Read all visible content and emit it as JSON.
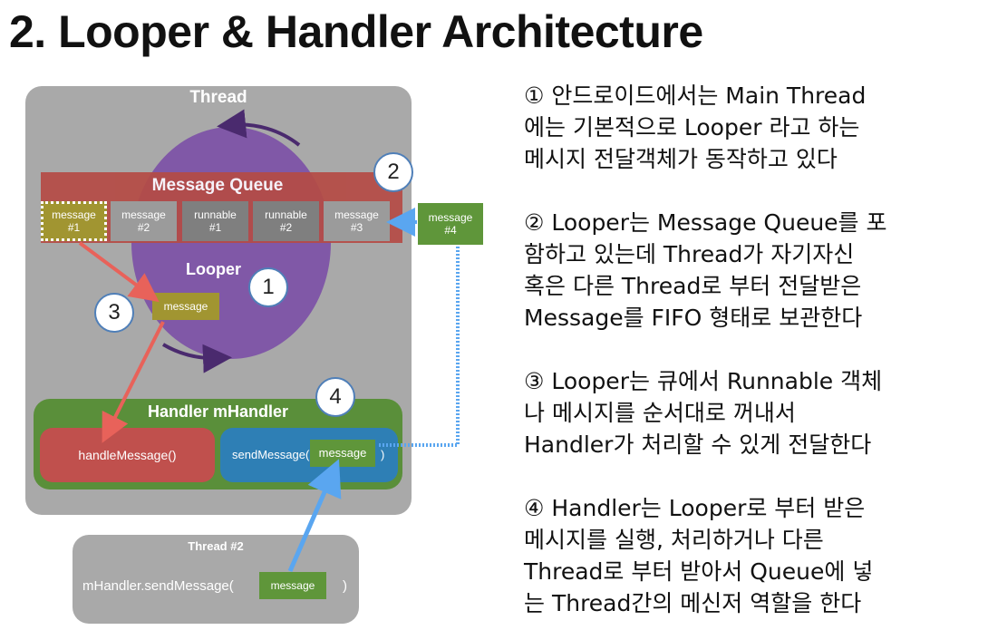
{
  "title": "2. Looper & Handler Architecture",
  "diagram": {
    "thread_label": "Thread",
    "message_queue_label": "Message Queue",
    "queue_items": [
      {
        "line1": "message",
        "line2": "#1"
      },
      {
        "line1": "message",
        "line2": "#2"
      },
      {
        "line1": "runnable",
        "line2": "#1"
      },
      {
        "line1": "runnable",
        "line2": "#2"
      },
      {
        "line1": "message",
        "line2": "#3"
      }
    ],
    "incoming_message": {
      "line1": "message",
      "line2": "#4"
    },
    "looper_label": "Looper",
    "looper_message": "message",
    "handler_label": "Handler mHandler",
    "handle_message": "handleMessage()",
    "send_message_prefix": "sendMessage(",
    "send_message_box": "message",
    "send_message_suffix": ")",
    "thread2_label": "Thread #2",
    "thread2_call": "mHandler.sendMessage(",
    "thread2_message": "message",
    "thread2_suffix": ")",
    "step_numbers": [
      "1",
      "2",
      "3",
      "4"
    ],
    "colors": {
      "thread_bg": "#a9a9a9",
      "looper_purple": "#7b4fa6",
      "queue_red": "#b54b45",
      "handler_green": "#5a8f3a",
      "arrow_red": "#e8625a",
      "arrow_blue": "#5aa6f0"
    }
  },
  "descriptions": [
    [
      "① 안드로이드에서는 Main Thread",
      "에는 기본적으로 Looper 라고 하는",
      "메시지 전달객체가  동작하고 있다"
    ],
    [
      "② Looper는 Message Queue를 포",
      "함하고 있는데 Thread가 자기자신",
      "혹은 다른 Thread로 부터 전달받은",
      "Message를 FIFO 형태로 보관한다"
    ],
    [
      "③ Looper는 큐에서 Runnable 객체",
      "나 메시지를 순서대로 꺼내서",
      "Handler가 처리할 수 있게 전달한다"
    ],
    [
      "④ Handler는 Looper로 부터 받은",
      "메시지를 실행, 처리하거나 다른",
      "Thread로 부터 받아서 Queue에 넣",
      "는 Thread간의 메신저 역할을 한다"
    ]
  ]
}
